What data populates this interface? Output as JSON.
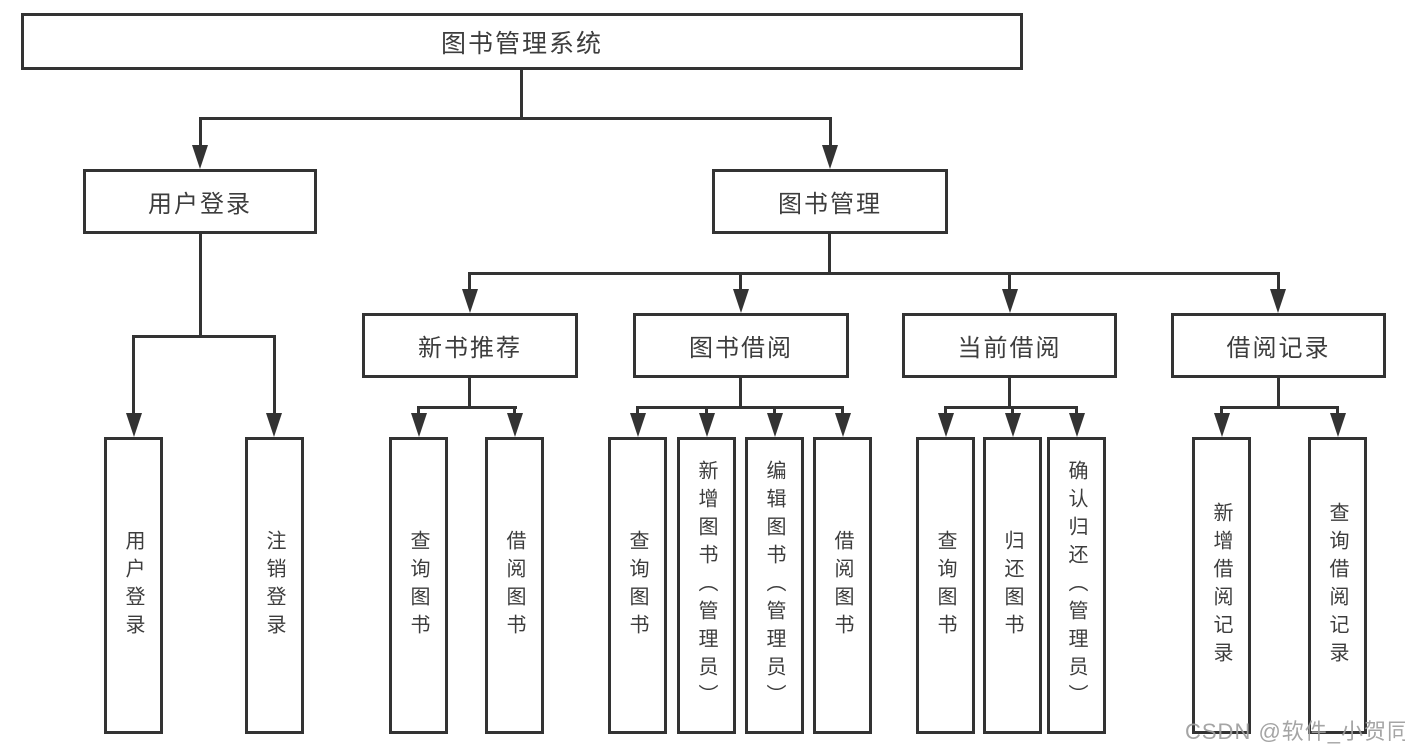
{
  "colors": {
    "line": "#333333",
    "text": "#3d3d3d",
    "bg": "#ffffff",
    "watermark": "#9e9e9e"
  },
  "watermark": {
    "text": "CSDN @软件_小贺同学"
  },
  "tree": {
    "label": "图书管理系统",
    "children": [
      {
        "label": "用户登录",
        "children": [
          {
            "label": "用户登录"
          },
          {
            "label": "注销登录"
          }
        ]
      },
      {
        "label": "图书管理",
        "children": [
          {
            "label": "新书推荐",
            "children": [
              {
                "label": "查询图书"
              },
              {
                "label": "借阅图书"
              }
            ]
          },
          {
            "label": "图书借阅",
            "children": [
              {
                "label": "查询图书"
              },
              {
                "label": "新增图书（管理员）"
              },
              {
                "label": "编辑图书（管理员）"
              },
              {
                "label": "借阅图书"
              }
            ]
          },
          {
            "label": "当前借阅",
            "children": [
              {
                "label": "查询图书"
              },
              {
                "label": "归还图书"
              },
              {
                "label": "确认归还（管理员）"
              }
            ]
          },
          {
            "label": "借阅记录",
            "children": [
              {
                "label": "新增借阅记录"
              },
              {
                "label": "查询借阅记录"
              }
            ]
          }
        ]
      }
    ]
  }
}
